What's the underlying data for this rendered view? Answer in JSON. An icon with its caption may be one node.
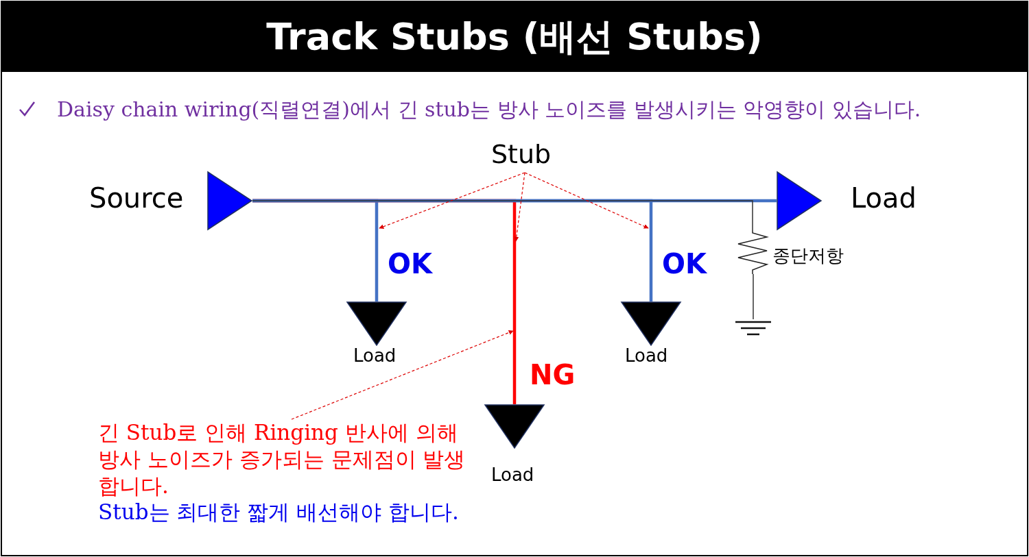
{
  "diagram": {
    "title": "Track Stubs (배선 Stubs)",
    "nodes": [
      {
        "text": [],
        "shape": "triangle",
        "beside": [
          "Source"
        ]
      },
      {
        "text": [],
        "shape": "triangle",
        "beside": [
          "Load"
        ]
      },
      {
        "text": [],
        "shape": "triangle",
        "beside": [
          "Load"
        ]
      },
      {
        "text": [],
        "shape": "triangle",
        "beside": [
          "Load"
        ]
      },
      {
        "text": [],
        "shape": "triangle",
        "beside": [
          "Load"
        ]
      },
      {
        "text": [],
        "shape": "resistor",
        "beside": [
          "종단저항"
        ]
      },
      {
        "text": [],
        "shape": "ground"
      },
      {
        "text": [
          "Stub"
        ]
      },
      {
        "text": [
          "긴 Stub로 인해 Ringing 반사에 의해 방사 노이즈가 증가되는 문제점이 발생합니다.",
          "Stub는 최대한 짧게 배선해야 합니다."
        ]
      }
    ],
    "edges": [
      {
        "from": 0,
        "to": 1,
        "arrow": "none",
        "style": "thick",
        "color": "#4472c4"
      },
      {
        "from": 0,
        "to": 2,
        "arrow": "none",
        "style": "thick",
        "color": "#4472c4"
      },
      {
        "from": 0,
        "to": 3,
        "arrow": "none",
        "style": "thick",
        "color": "#ff0000"
      },
      {
        "from": 0,
        "to": 4,
        "arrow": "none",
        "style": "thick",
        "color": "#4472c4"
      },
      {
        "from": 0,
        "to": 5,
        "arrow": "none",
        "color": "#333333"
      },
      {
        "from": 5,
        "to": 6,
        "arrow": "none",
        "color": "#333333"
      },
      {
        "from": 7,
        "to": null,
        "arrow": "to",
        "style": "dashed",
        "color": "#dd0000"
      },
      {
        "from": 7,
        "to": null,
        "arrow": "to",
        "style": "dashed",
        "color": "#dd0000"
      },
      {
        "from": 7,
        "to": null,
        "arrow": "to",
        "style": "dashed",
        "color": "#dd0000"
      },
      {
        "from": 8,
        "to": null,
        "arrow": "to",
        "style": "dashed",
        "color": "#dd0000"
      }
    ],
    "labels": [
      "Daisy chain wiring(직렬연결)에서 긴 stub는 방사 노이즈를 발생시키는 악영향이 있습니다.",
      "OK",
      "NG",
      "OK"
    ]
  }
}
